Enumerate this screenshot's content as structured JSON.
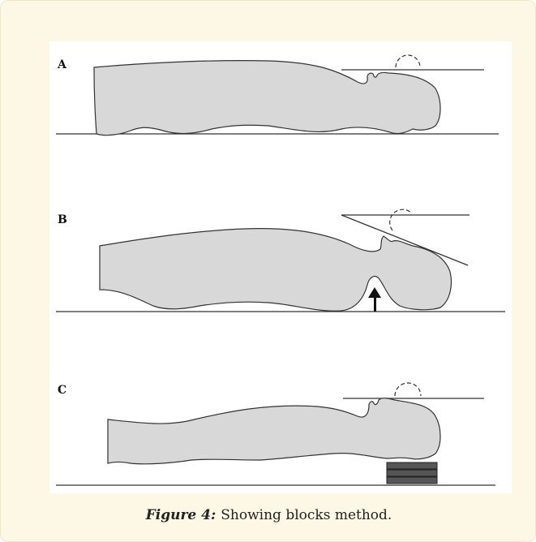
{
  "figure": {
    "panel_labels": [
      "A",
      "B",
      "C"
    ]
  },
  "caption": {
    "figure_number": "Figure 4:",
    "text": "Showing blocks method."
  }
}
